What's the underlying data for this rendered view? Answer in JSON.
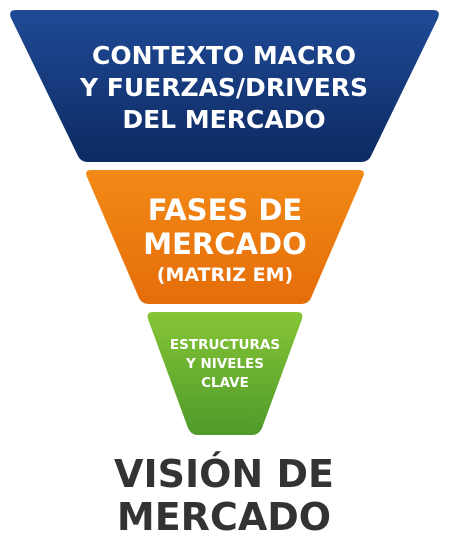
{
  "funnel": {
    "levels": [
      {
        "lines": [
          "CONTEXTO MACRO",
          "Y FUERZAS/DRIVERS",
          "DEL MERCADO"
        ],
        "color_top": "#1f4a96",
        "color_bottom": "#0d2a62"
      },
      {
        "lines": [
          "FASES DE",
          "MERCADO",
          "(MATRIZ EM)"
        ],
        "color_top": "#f28a16",
        "color_bottom": "#e56d0a"
      },
      {
        "lines": [
          "ESTRUCTURAS",
          "Y NIVELES",
          "CLAVE"
        ],
        "color_top": "#86c536",
        "color_bottom": "#4f9a2b"
      }
    ],
    "caption": [
      "VISIÓN DE",
      "MERCADO"
    ]
  }
}
